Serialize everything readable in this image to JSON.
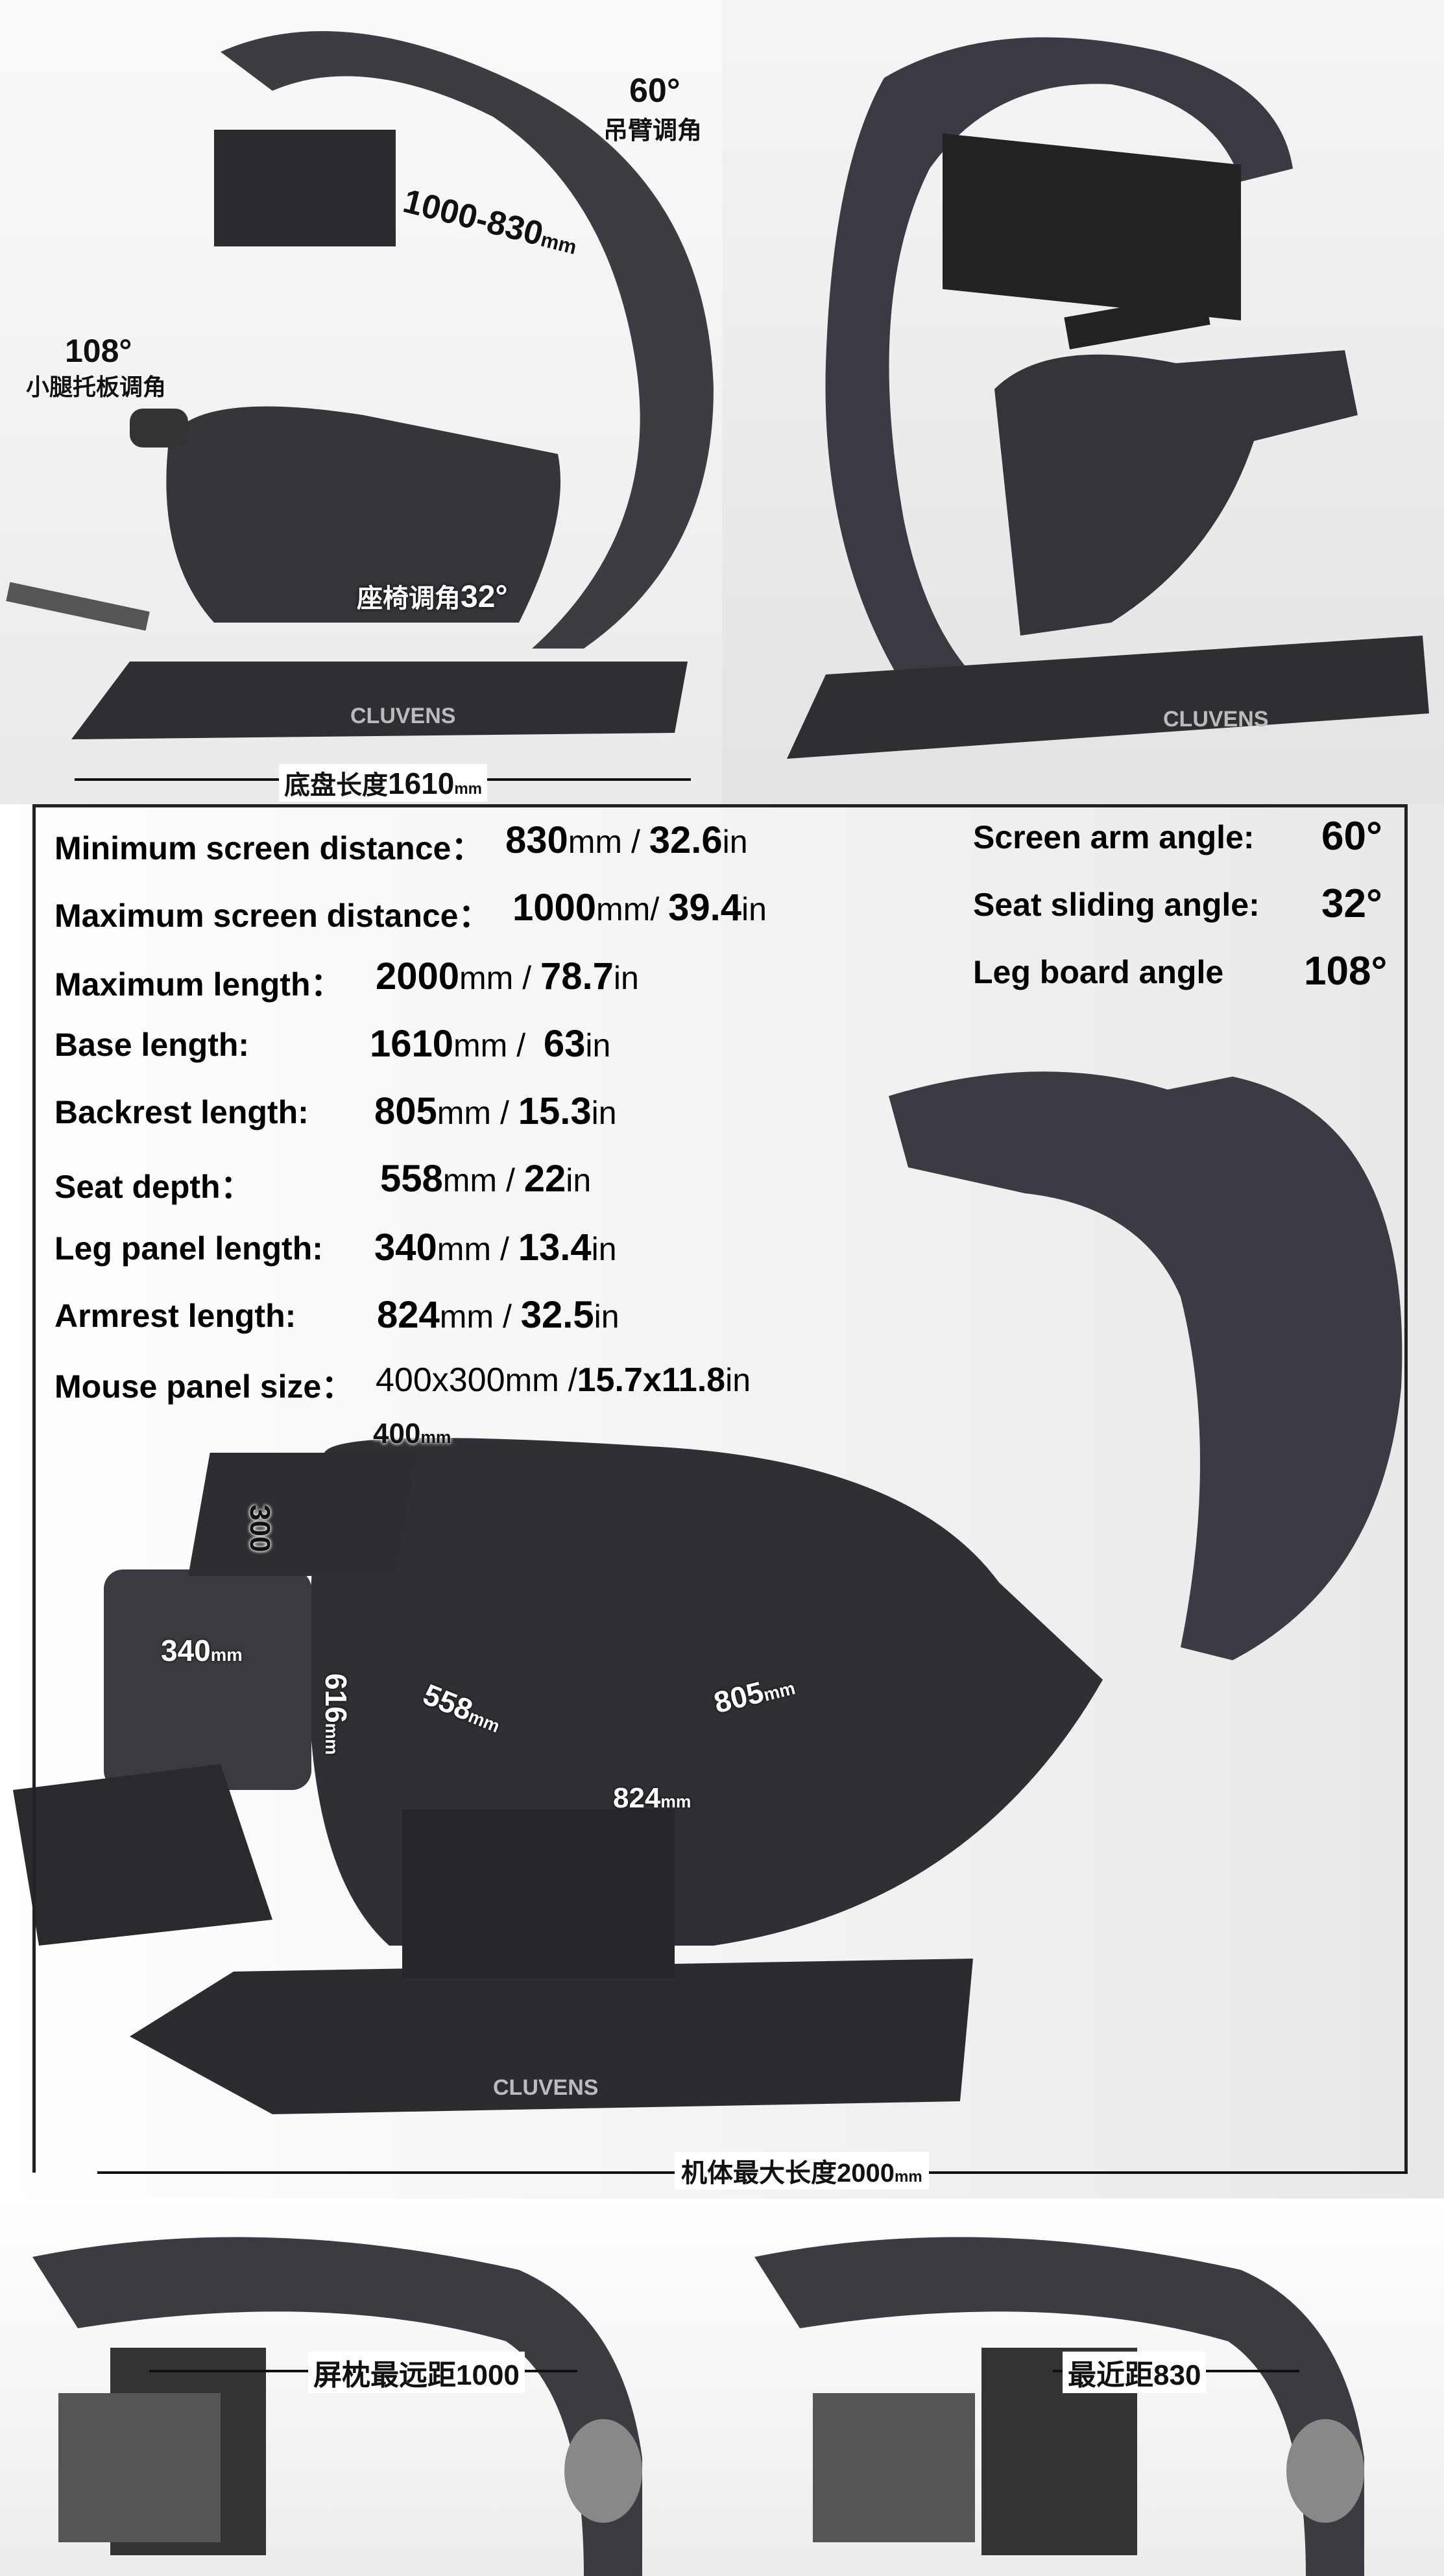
{
  "top_left_photo": {
    "brand_logo": "CLUVENS",
    "annotations": {
      "screen_arm_angle": "60°",
      "screen_arm_angle_cn": "吊臂调角",
      "screen_distance": "1000-830",
      "screen_distance_unit": "mm",
      "leg_board_angle": "108°",
      "leg_board_angle_cn": "小腿托板调角",
      "seat_angle_cn": "座椅调角",
      "seat_angle": "32°",
      "base_length_cn": "底盘长度",
      "base_length": "1610",
      "base_length_unit": "mm"
    }
  },
  "top_right_photo": {
    "brand_logo": "CLUVENS"
  },
  "specs": [
    {
      "label": "Minimum screen distance：",
      "mm": "830",
      "mm_unit": "mm / ",
      "inch": "32.6",
      "in_unit": "in"
    },
    {
      "label": "Maximum screen distance：",
      "mm": "1000",
      "mm_unit": "mm/ ",
      "inch": "39.4",
      "in_unit": "in"
    },
    {
      "label": "Maximum length：",
      "mm": "2000",
      "mm_unit": "mm / ",
      "inch": "78.7",
      "in_unit": "in"
    },
    {
      "label": "Base length:",
      "mm": "1610",
      "mm_unit": "mm /  ",
      "inch": "63",
      "in_unit": "in"
    },
    {
      "label": "Backrest length:",
      "mm": "805",
      "mm_unit": "mm / ",
      "inch": "15.3",
      "in_unit": "in"
    },
    {
      "label": "Seat depth：",
      "mm": "558",
      "mm_unit": "mm / ",
      "inch": "22",
      "in_unit": "in"
    },
    {
      "label": "Leg panel length:",
      "mm": "340",
      "mm_unit": "mm / ",
      "inch": "13.4",
      "in_unit": "in"
    },
    {
      "label": "Armrest length:",
      "mm": "824",
      "mm_unit": "mm / ",
      "inch": "32.5",
      "in_unit": "in"
    },
    {
      "label": "Mouse panel size：",
      "mm": "400x300",
      "mm_unit": "mm /",
      "inch": "15.7x11.8",
      "in_unit": "in"
    }
  ],
  "angle_specs": [
    {
      "label": "Screen arm angle:",
      "value": "60°"
    },
    {
      "label": "Seat sliding angle:",
      "value": "32°"
    },
    {
      "label": "Leg board angle",
      "value": "108°"
    }
  ],
  "middle_photo": {
    "brand_logo": "CLUVENS",
    "dimensions": {
      "mouse_width": "400",
      "mouse_depth": "300",
      "leg_panel": "340",
      "leg_height": "616",
      "seat": "558",
      "backrest": "805",
      "armrest": "824",
      "unit": "mm",
      "max_length_cn": "机体最大长度",
      "max_length": "2000"
    }
  },
  "bottom_left_photo": {
    "label": "屏枕最远距1000"
  },
  "bottom_right_photo": {
    "label": "最近距830"
  },
  "colors": {
    "chair": "#3a3a40",
    "background": "#eeeeee",
    "text": "#000000"
  }
}
